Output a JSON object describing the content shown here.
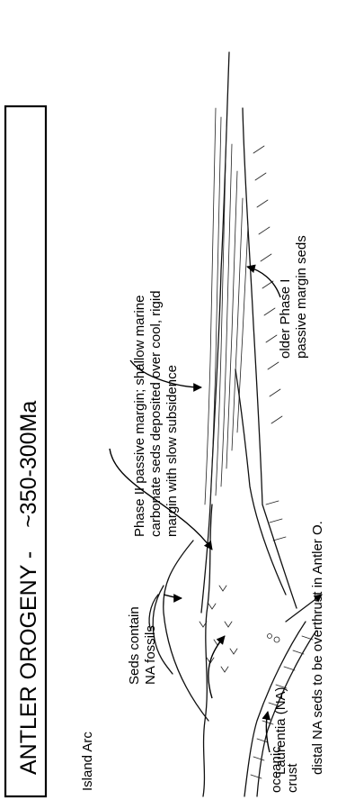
{
  "title": {
    "left": "ANTLER OROGENY -",
    "right": "~350-300Ma"
  },
  "labels": {
    "distal": "distal NA seds to be overthrust in Antler O.",
    "phase2_line1": "Phase II passive margin; shallow marine",
    "phase2_line2": "carbonate seds deposited over cool, rigid",
    "phase2_line3": "margin with slow subsidence",
    "laurentia": "Laurentia (NA)",
    "older_line1": "older Phase I",
    "older_line2": "passive margin seds",
    "seds_line1": "Seds contain",
    "seds_line2": "NA fossils",
    "island_arc": "Island Arc",
    "oceanic_line1": "oceanic",
    "oceanic_line2": "crust"
  },
  "icons": {
    "arrow": "arrow-icon"
  }
}
